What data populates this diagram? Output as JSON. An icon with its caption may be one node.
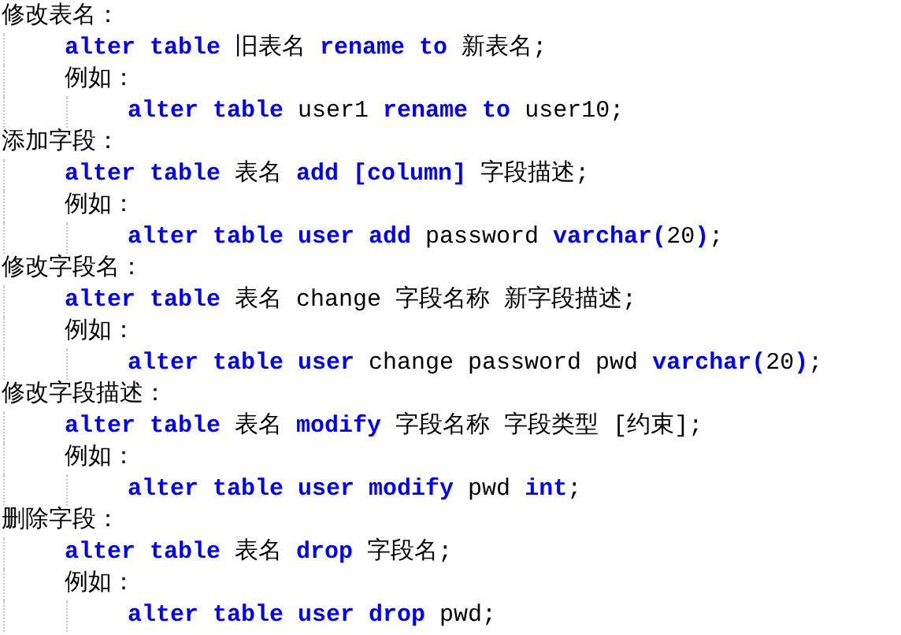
{
  "diagram": {
    "labels": [
      "修改表名：",
      "**alter table** 旧表名 **rename to** 新表名;",
      "例如：",
      "**alter table** user1 **rename to** user10;",
      "添加字段：",
      "**alter table** 表名 **add [column]** 字段描述;",
      "例如：",
      "**alter table user add** password **varchar(**20**)**;",
      "修改字段名：",
      "**alter table** 表名 change 字段名称 新字段描述;",
      "例如：",
      "**alter table user** change password pwd **varchar(**20**)**;",
      "修改字段描述：",
      "**alter table** 表名 **modify** 字段名称 字段类型 [约束];",
      "例如：",
      "**alter table user modify** pwd **int**;",
      "删除字段：",
      "**alter table** 表名 **drop** 字段名;",
      "例如：",
      "**alter table user drop** pwd;"
    ]
  }
}
